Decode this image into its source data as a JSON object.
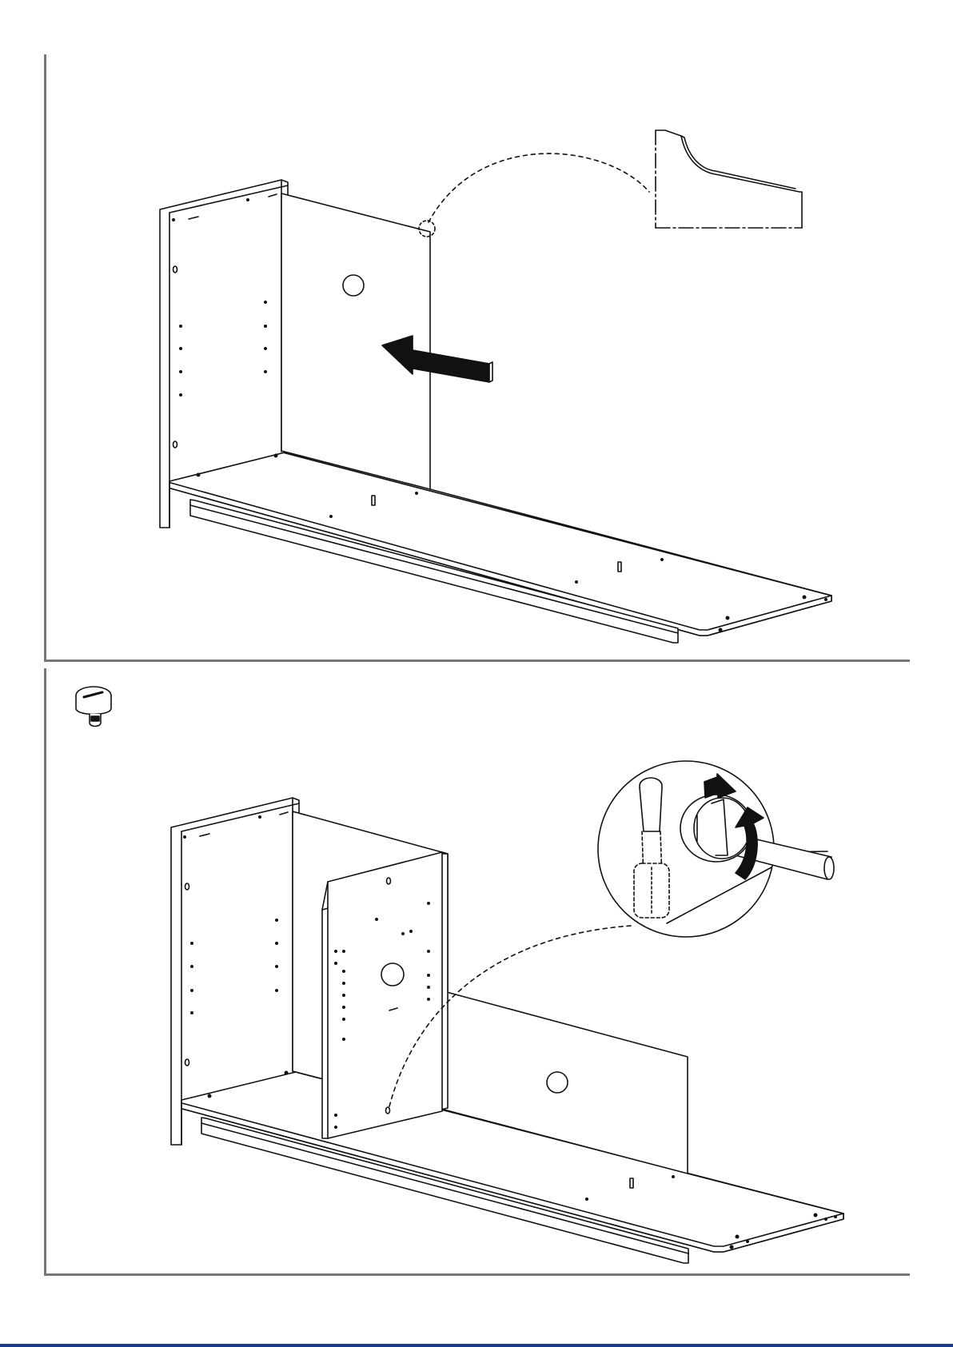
{
  "document": {
    "type": "assembly-instructions",
    "steps": [
      {
        "icon": null,
        "detail_callout": "edge-profile-detail",
        "arrow": "insert-direction-left"
      },
      {
        "icon": "cam-lock-fitting-icon",
        "detail_callout": "cam-lock-tightening-detail",
        "arrow": "rotate-clockwise"
      }
    ]
  },
  "colors": {
    "line": "#111111",
    "frame": "#777777",
    "fill": "#ffffff",
    "footer_rule": "#1a3c8a"
  }
}
